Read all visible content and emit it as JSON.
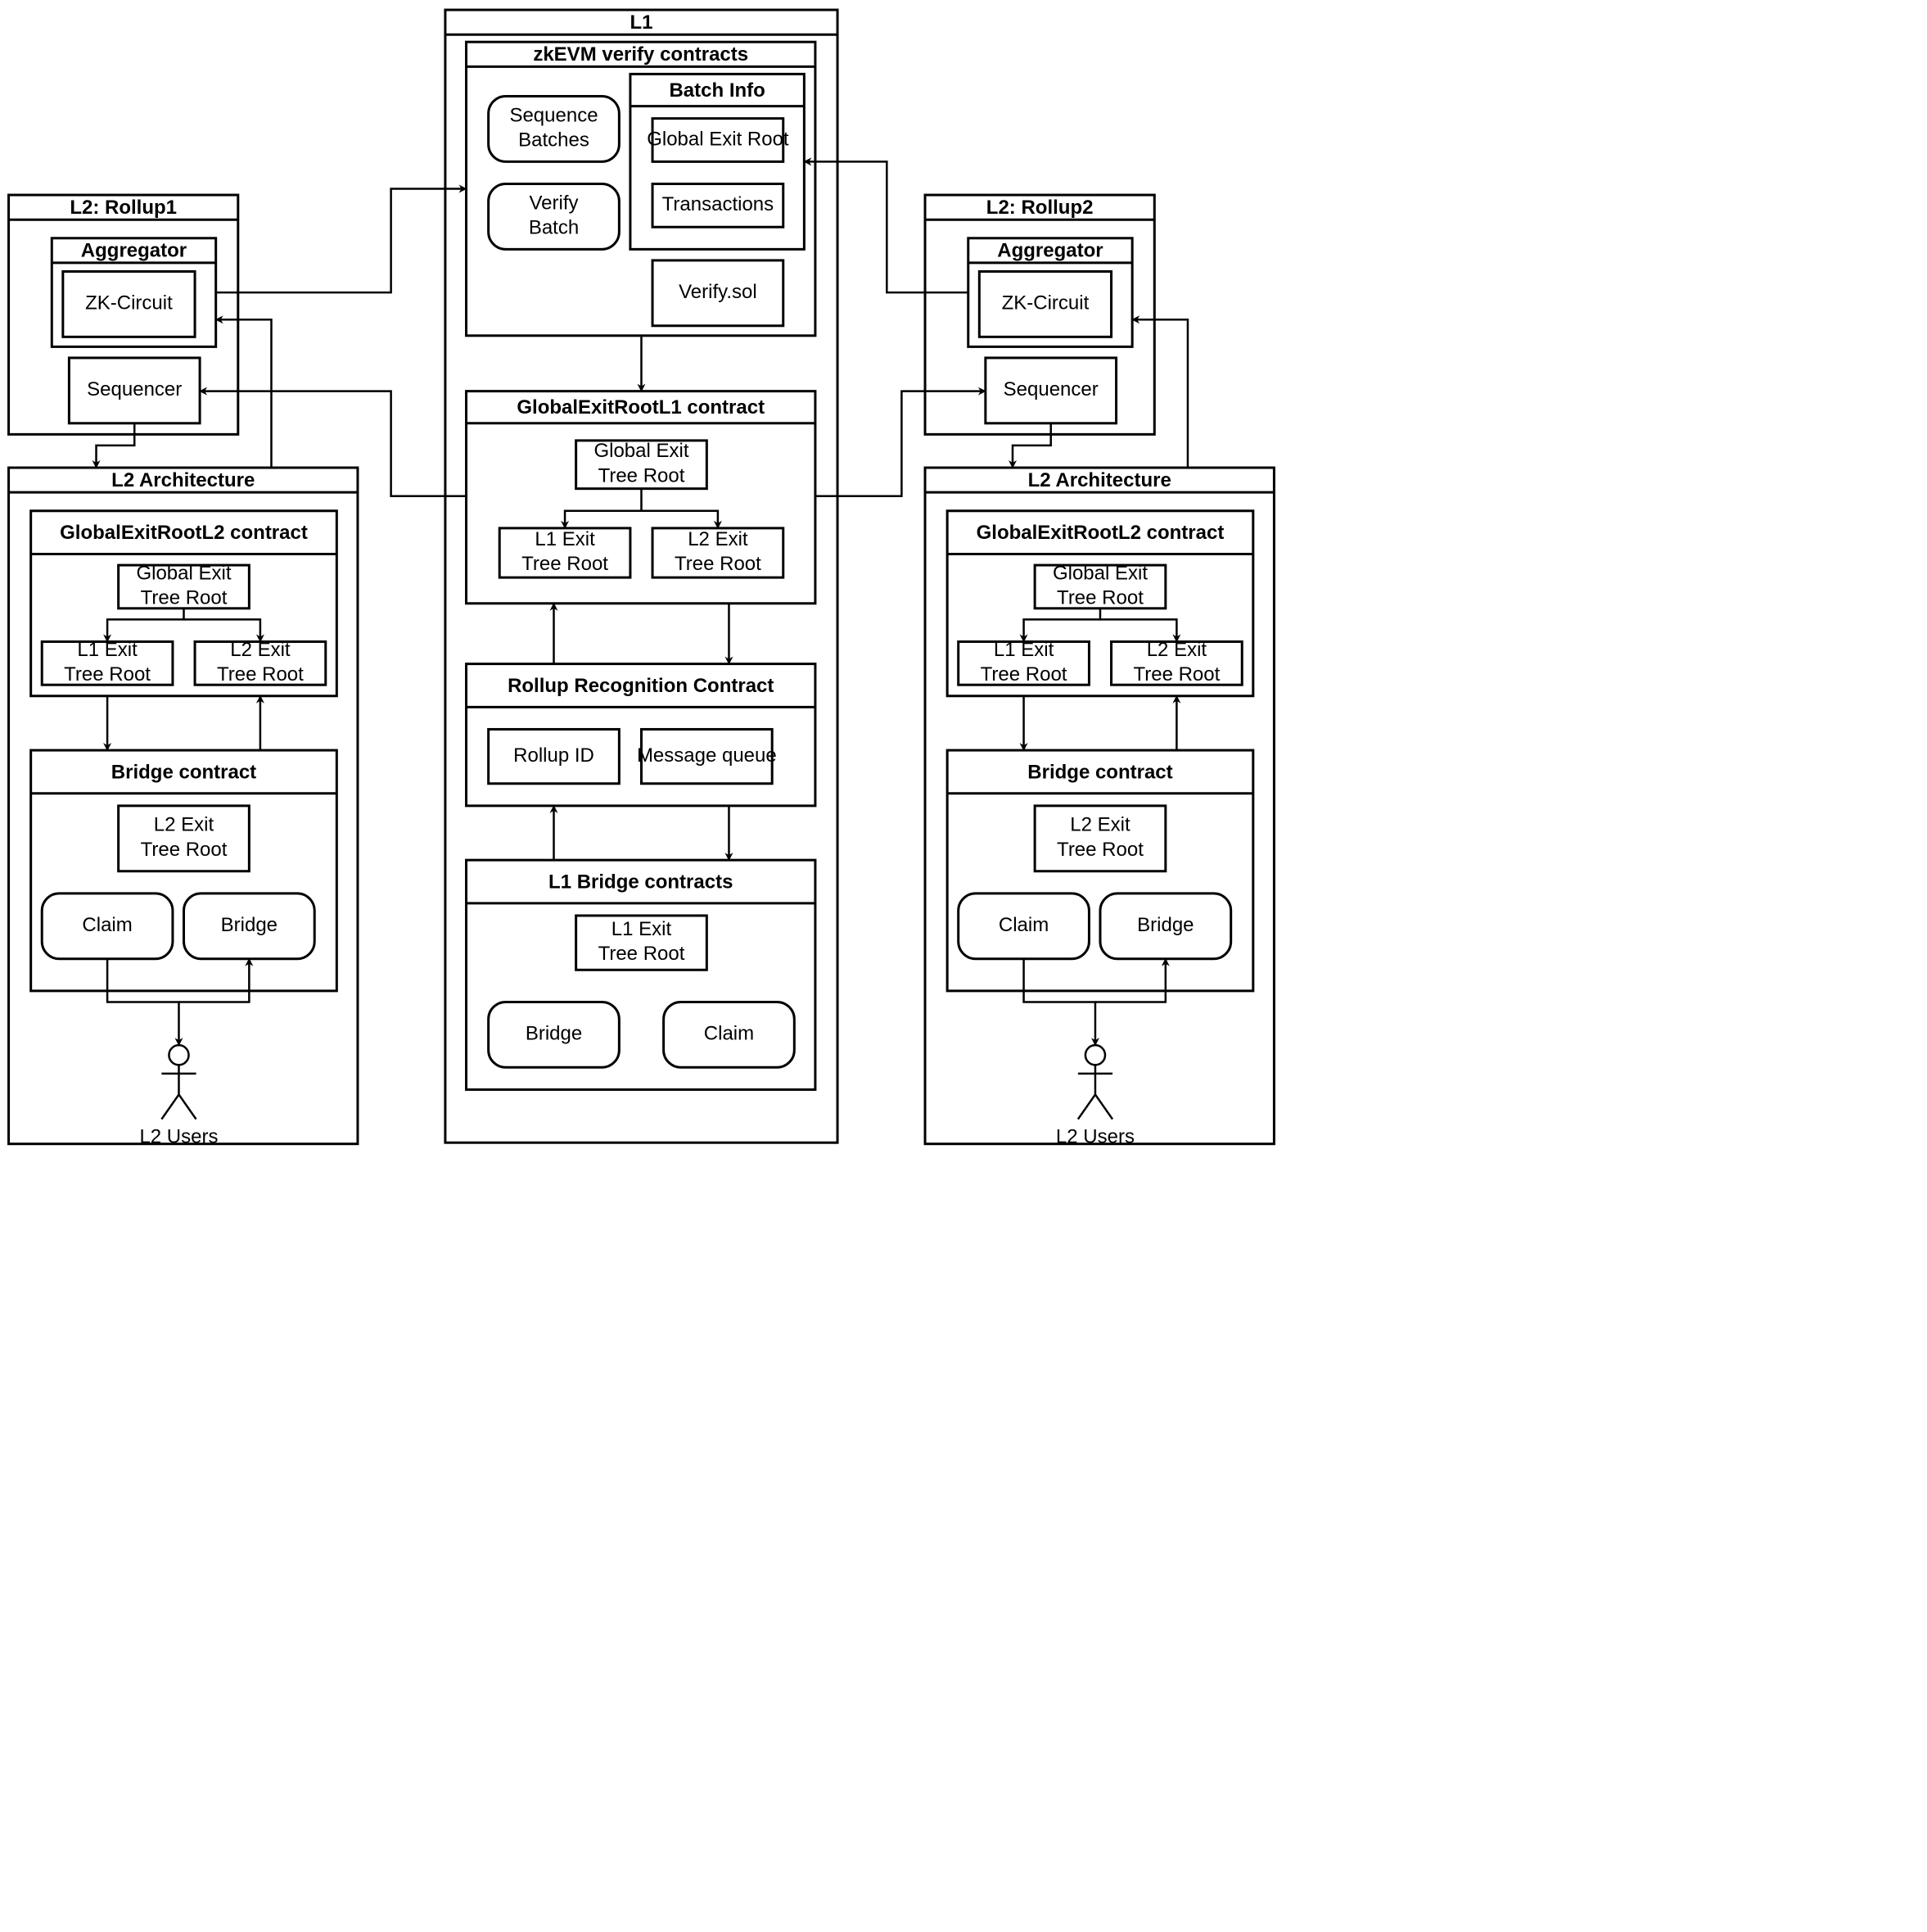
{
  "diagram": {
    "l1": {
      "title": "L1",
      "zkevm": {
        "title": "zkEVM verify contracts",
        "sequence_batches": "Sequence\nBatches",
        "verify_batch": "Verify\nBatch",
        "batch_info": {
          "title": "Batch Info",
          "global_exit_root": "Global Exit Root",
          "transactions": "Transactions"
        },
        "verify_sol": "Verify.sol"
      },
      "ger_l1": {
        "title": "GlobalExitRootL1 contract",
        "global_exit_tree_root": "Global Exit\nTree Root",
        "l1_exit_tree_root": "L1 Exit\nTree Root",
        "l2_exit_tree_root": "L2 Exit\nTree Root"
      },
      "rollup_recognition": {
        "title": "Rollup Recognition Contract",
        "rollup_id": "Rollup ID",
        "message_queue": "Message queue"
      },
      "l1_bridge": {
        "title": "L1 Bridge contracts",
        "l1_exit_tree_root": "L1 Exit\nTree Root",
        "bridge": "Bridge",
        "claim": "Claim"
      }
    },
    "rollup1": {
      "title": "L2: Rollup1",
      "aggregator": "Aggregator",
      "zk_circuit": "ZK-Circuit",
      "sequencer": "Sequencer"
    },
    "rollup2": {
      "title": "L2: Rollup2",
      "aggregator": "Aggregator",
      "zk_circuit": "ZK-Circuit",
      "sequencer": "Sequencer"
    },
    "arch_left": {
      "title": "L2 Architecture",
      "ger_l2": {
        "title": "GlobalExitRootL2 contract",
        "global_exit_tree_root": "Global Exit\nTree Root",
        "l1_exit_tree_root": "L1 Exit\nTree Root",
        "l2_exit_tree_root": "L2 Exit\nTree Root"
      },
      "bridge_contract": {
        "title": "Bridge contract",
        "l2_exit_tree_root": "L2 Exit\nTree Root",
        "claim": "Claim",
        "bridge": "Bridge"
      },
      "users": "L2 Users"
    },
    "arch_right": {
      "title": "L2 Architecture",
      "ger_l2": {
        "title": "GlobalExitRootL2 contract",
        "global_exit_tree_root": "Global Exit\nTree Root",
        "l1_exit_tree_root": "L1 Exit\nTree Root",
        "l2_exit_tree_root": "L2 Exit\nTree Root"
      },
      "bridge_contract": {
        "title": "Bridge contract",
        "l2_exit_tree_root": "L2 Exit\nTree Root",
        "claim": "Claim",
        "bridge": "Bridge"
      },
      "users": "L2 Users"
    }
  }
}
